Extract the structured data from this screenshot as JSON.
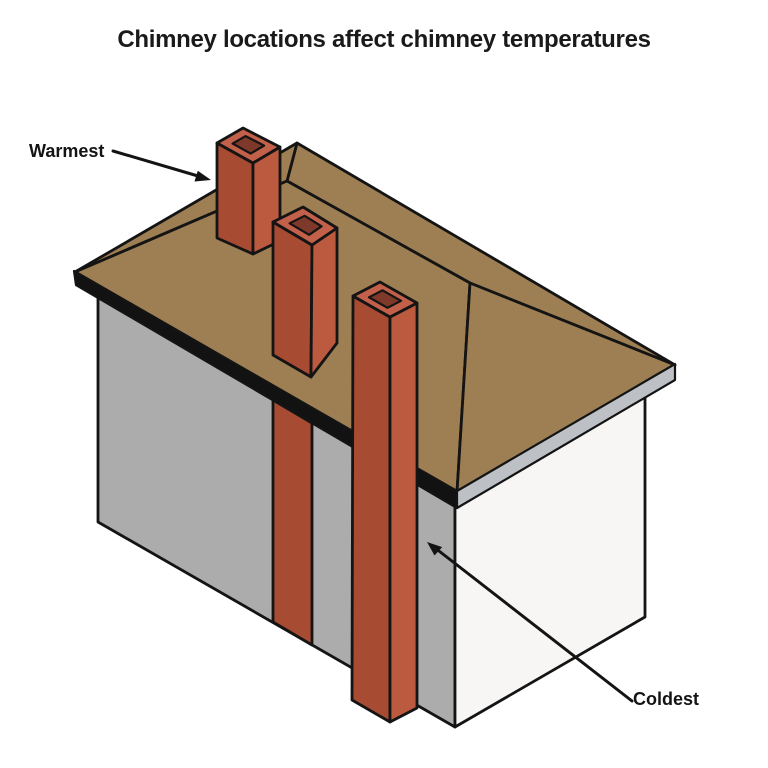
{
  "title": "Chimney locations affect chimney temperatures",
  "labels": {
    "warmest": "Warmest",
    "coldest": "Coldest"
  },
  "colors": {
    "background": "#FFFFFF",
    "outline": "#141414",
    "roof": "#9D7F53",
    "eave_shadow": "#121212",
    "fascia": "#BDC1C5",
    "wall_left": "#ACACAC",
    "wall_right": "#F7F6F4",
    "chimney_dark": "#A84B33",
    "chimney_light": "#BC5A40",
    "chimney_rim": "#C2604A",
    "chimney_flue": "#7E392A",
    "text": "#1A1A1A"
  }
}
